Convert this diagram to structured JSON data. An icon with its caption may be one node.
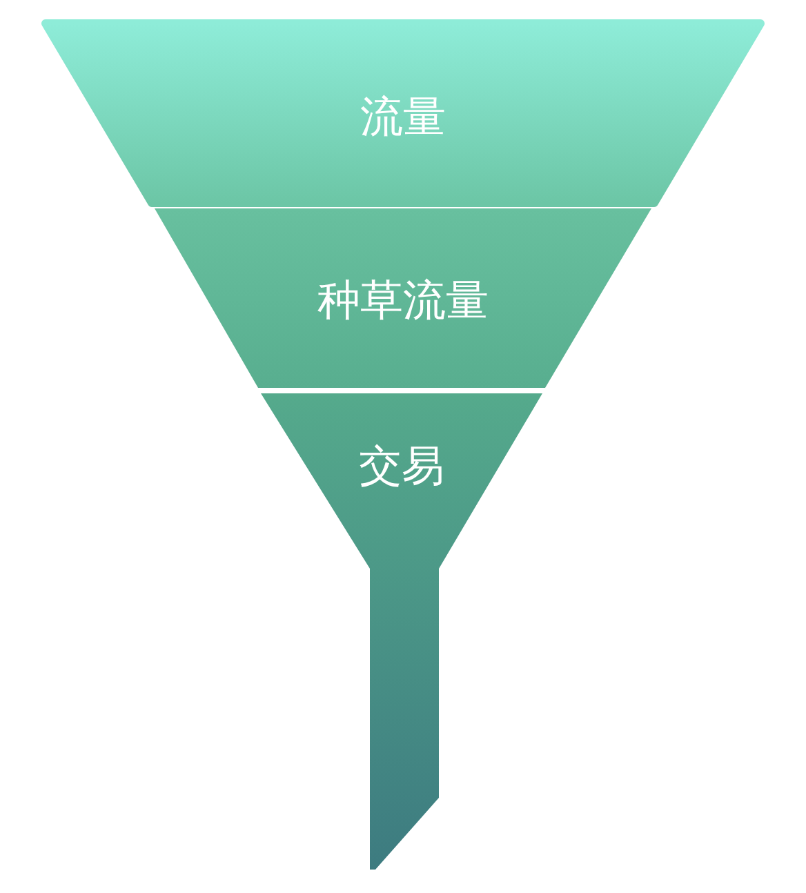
{
  "diagram": {
    "nodes": [
      {
        "text": [
          "流量"
        ]
      },
      {
        "text": [
          "种草流量"
        ]
      },
      {
        "text": [
          "交易"
        ]
      }
    ]
  }
}
